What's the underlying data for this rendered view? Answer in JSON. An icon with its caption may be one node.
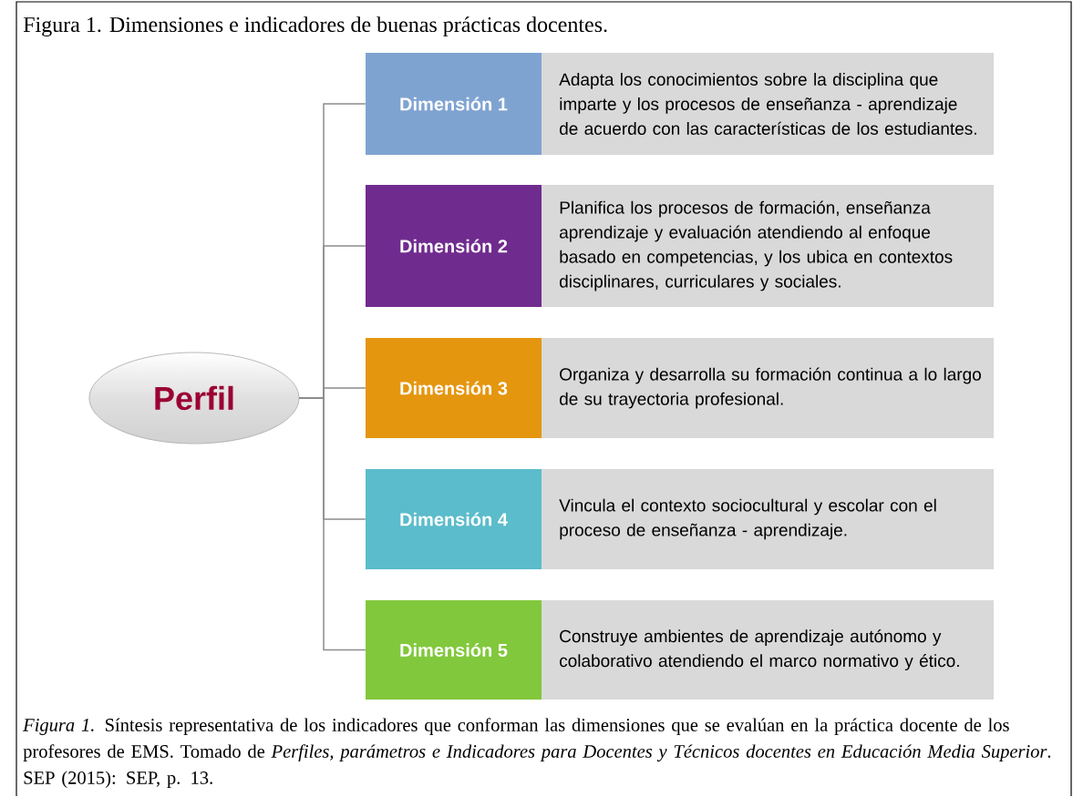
{
  "diagram": {
    "title": "Figura 1. Dimensiones e indicadores de buenas prácticas docentes.",
    "caption": "*Figura 1.* Síntesis representativa de los indicadores que conforman las dimensiones que se evalúan en la práctica docente de los profesores de EMS. Tomado de *Perfiles, parámetros e Indicadores para Docentes y Técnicos docentes en Educación Media Superior*. SEP (2015): SEP, p. 13.",
    "nodes": [
      {
        "text": [
          "Perfil"
        ]
      },
      {
        "text": [
          "Dimensión 1"
        ]
      },
      {
        "text": [
          "Adapta los conocimientos sobre la disciplina que imparte y los procesos de enseñanza - aprendizaje de acuerdo con las características de los estudiantes."
        ]
      },
      {
        "text": [
          "Dimensión 2"
        ]
      },
      {
        "text": [
          "Planifica los procesos de formación, enseñanza aprendizaje y evaluación atendiendo al enfoque basado en competencias, y los ubica en contextos disciplinares, curriculares y sociales."
        ]
      },
      {
        "text": [
          "Dimensión 3"
        ]
      },
      {
        "text": [
          "Organiza y desarrolla su formación continua a lo largo de su trayectoria profesional."
        ]
      },
      {
        "text": [
          "Dimensión 4"
        ]
      },
      {
        "text": [
          "Vincula el contexto sociocultural y escolar con el proceso de enseñanza - aprendizaje."
        ]
      },
      {
        "text": [
          "Dimensión 5"
        ]
      },
      {
        "text": [
          "Construye ambientes de aprendizaje autónomo y colaborativo atendiendo el marco normativo y ético."
        ]
      }
    ],
    "edges": [
      {
        "from": 0,
        "to": 1,
        "arrow": "none"
      },
      {
        "from": 0,
        "to": 3,
        "arrow": "none"
      },
      {
        "from": 0,
        "to": 5,
        "arrow": "none"
      },
      {
        "from": 0,
        "to": 7,
        "arrow": "none"
      },
      {
        "from": 0,
        "to": 9,
        "arrow": "none"
      }
    ]
  }
}
